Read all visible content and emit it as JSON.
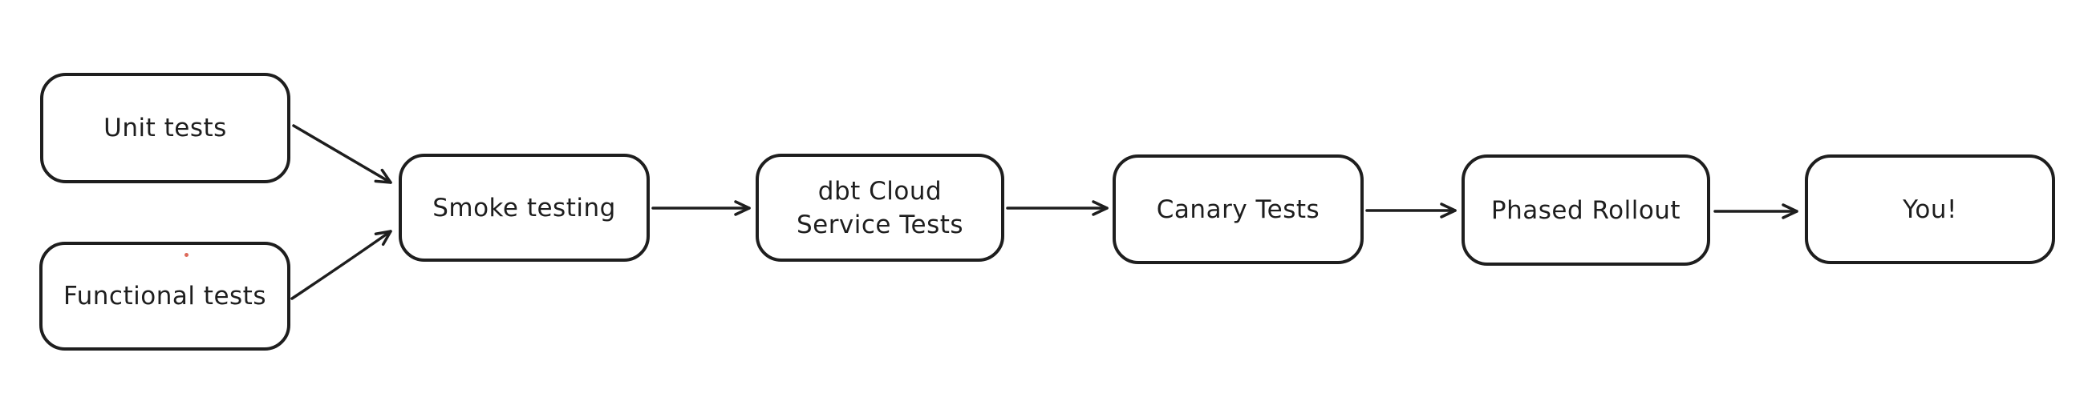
{
  "diagram": {
    "title": "Release testing pipeline flowchart",
    "colors": {
      "background": "#ffffff",
      "stroke": "#1e1e1e",
      "node_fill": "#ffffff",
      "stray_dot": "#dd6a5a"
    },
    "nodes": [
      {
        "id": "unit-tests",
        "label": "Unit tests",
        "lines": [
          "Unit tests"
        ]
      },
      {
        "id": "functional-tests",
        "label": "Functional tests",
        "lines": [
          "Functional tests"
        ]
      },
      {
        "id": "smoke-testing",
        "label": "Smoke testing",
        "lines": [
          "Smoke testing"
        ]
      },
      {
        "id": "dbt-cloud-service-tests",
        "label": "dbt Cloud Service Tests",
        "lines": [
          "dbt Cloud",
          "Service Tests"
        ]
      },
      {
        "id": "canary-tests",
        "label": "Canary Tests",
        "lines": [
          "Canary Tests"
        ]
      },
      {
        "id": "phased-rollout",
        "label": "Phased Rollout",
        "lines": [
          "Phased Rollout"
        ]
      },
      {
        "id": "you",
        "label": "You!",
        "lines": [
          "You!"
        ]
      }
    ],
    "edges": [
      {
        "from": "unit-tests",
        "to": "smoke-testing"
      },
      {
        "from": "functional-tests",
        "to": "smoke-testing"
      },
      {
        "from": "smoke-testing",
        "to": "dbt-cloud-service-tests"
      },
      {
        "from": "dbt-cloud-service-tests",
        "to": "canary-tests"
      },
      {
        "from": "canary-tests",
        "to": "phased-rollout"
      },
      {
        "from": "phased-rollout",
        "to": "you"
      }
    ]
  }
}
